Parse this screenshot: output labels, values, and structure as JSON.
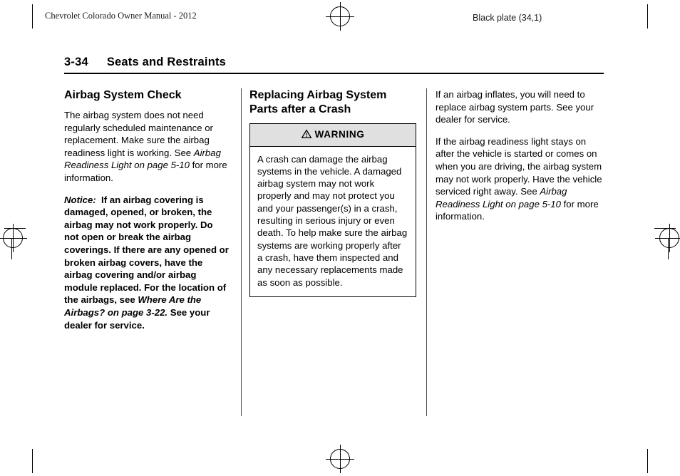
{
  "header": {
    "manual_title": "Chevrolet Colorado Owner Manual - 2012",
    "black_plate": "Black plate (34,1)"
  },
  "page_title": {
    "number": "3-34",
    "text": "Seats and Restraints"
  },
  "columns": {
    "left": {
      "heading": "Airbag System Check",
      "paragraph1_a": "The airbag system does not need regularly scheduled maintenance or replacement. Make sure the airbag readiness light is working. See ",
      "paragraph1_italic": "Airbag Readiness Light on page 5-10",
      "paragraph1_b": " for more information.",
      "notice_label": "Notice:",
      "notice_text_a": "If an airbag covering is damaged, opened, or broken, the airbag may not work properly. Do not open or break the airbag coverings. If there are any opened or broken airbag covers, have the airbag covering and/or airbag module replaced. For the location of the airbags, see ",
      "notice_italic": "Where Are the Airbags? on page 3-22.",
      "notice_text_b": " See your dealer for service."
    },
    "middle": {
      "heading": "Replacing Airbag System Parts after a Crash",
      "warning": {
        "icon": "warning-triangle-icon",
        "label": "WARNING",
        "text": "A crash can damage the airbag systems in the vehicle. A damaged airbag system may not work properly and may not protect you and your passenger(s) in a crash, resulting in serious injury or even death. To help make sure the airbag systems are working properly after a crash, have them inspected and any necessary replacements made as soon as possible."
      }
    },
    "right": {
      "paragraph1": "If an airbag inflates, you will need to replace airbag system parts. See your dealer for service.",
      "paragraph2_a": "If the airbag readiness light stays on after the vehicle is started or comes on when you are driving, the airbag system may not work properly. Have the vehicle serviced right away. See ",
      "paragraph2_italic": "Airbag Readiness Light on page 5-10",
      "paragraph2_b": " for more information."
    }
  }
}
